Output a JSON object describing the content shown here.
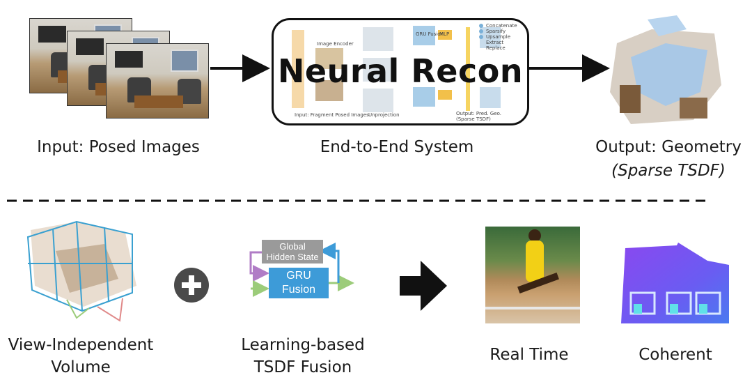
{
  "top": {
    "input_caption": "Input: Posed Images",
    "system_title": "Neural Recon",
    "system_caption": "End-to-End System",
    "output_caption": "Output: Geometry",
    "output_subcaption": "(Sparse TSDF)",
    "system_inner": {
      "image_encoder": "Image Encoder",
      "input_label": "Input: Fragment Posed Images",
      "unprojection": "Unprojection",
      "output_label": "Output: Pred. Geo. (Sparse TSDF)",
      "gru_fusion": "GRU Fusion",
      "mlp": "MLP",
      "legend": [
        "Concatenate",
        "Sparsify",
        "Upsample",
        "Extract",
        "Replace"
      ]
    }
  },
  "bottom": {
    "volume_caption_1": "View-Independent",
    "volume_caption_2": "Volume",
    "fusion_caption_1": "Learning-based",
    "fusion_caption_2": "TSDF Fusion",
    "state_label_1": "Global",
    "state_label_2": "Hidden State",
    "gru_label_1": "GRU",
    "gru_label_2": "Fusion",
    "realtime_caption": "Real Time",
    "coherent_caption": "Coherent"
  },
  "colors": {
    "gru_blue": "#3d9bd8",
    "state_gray": "#9a9a9a",
    "arrow_green": "#9ccc7a",
    "arrow_purple": "#b07cc6",
    "arrow_blue": "#3d9bd8"
  }
}
